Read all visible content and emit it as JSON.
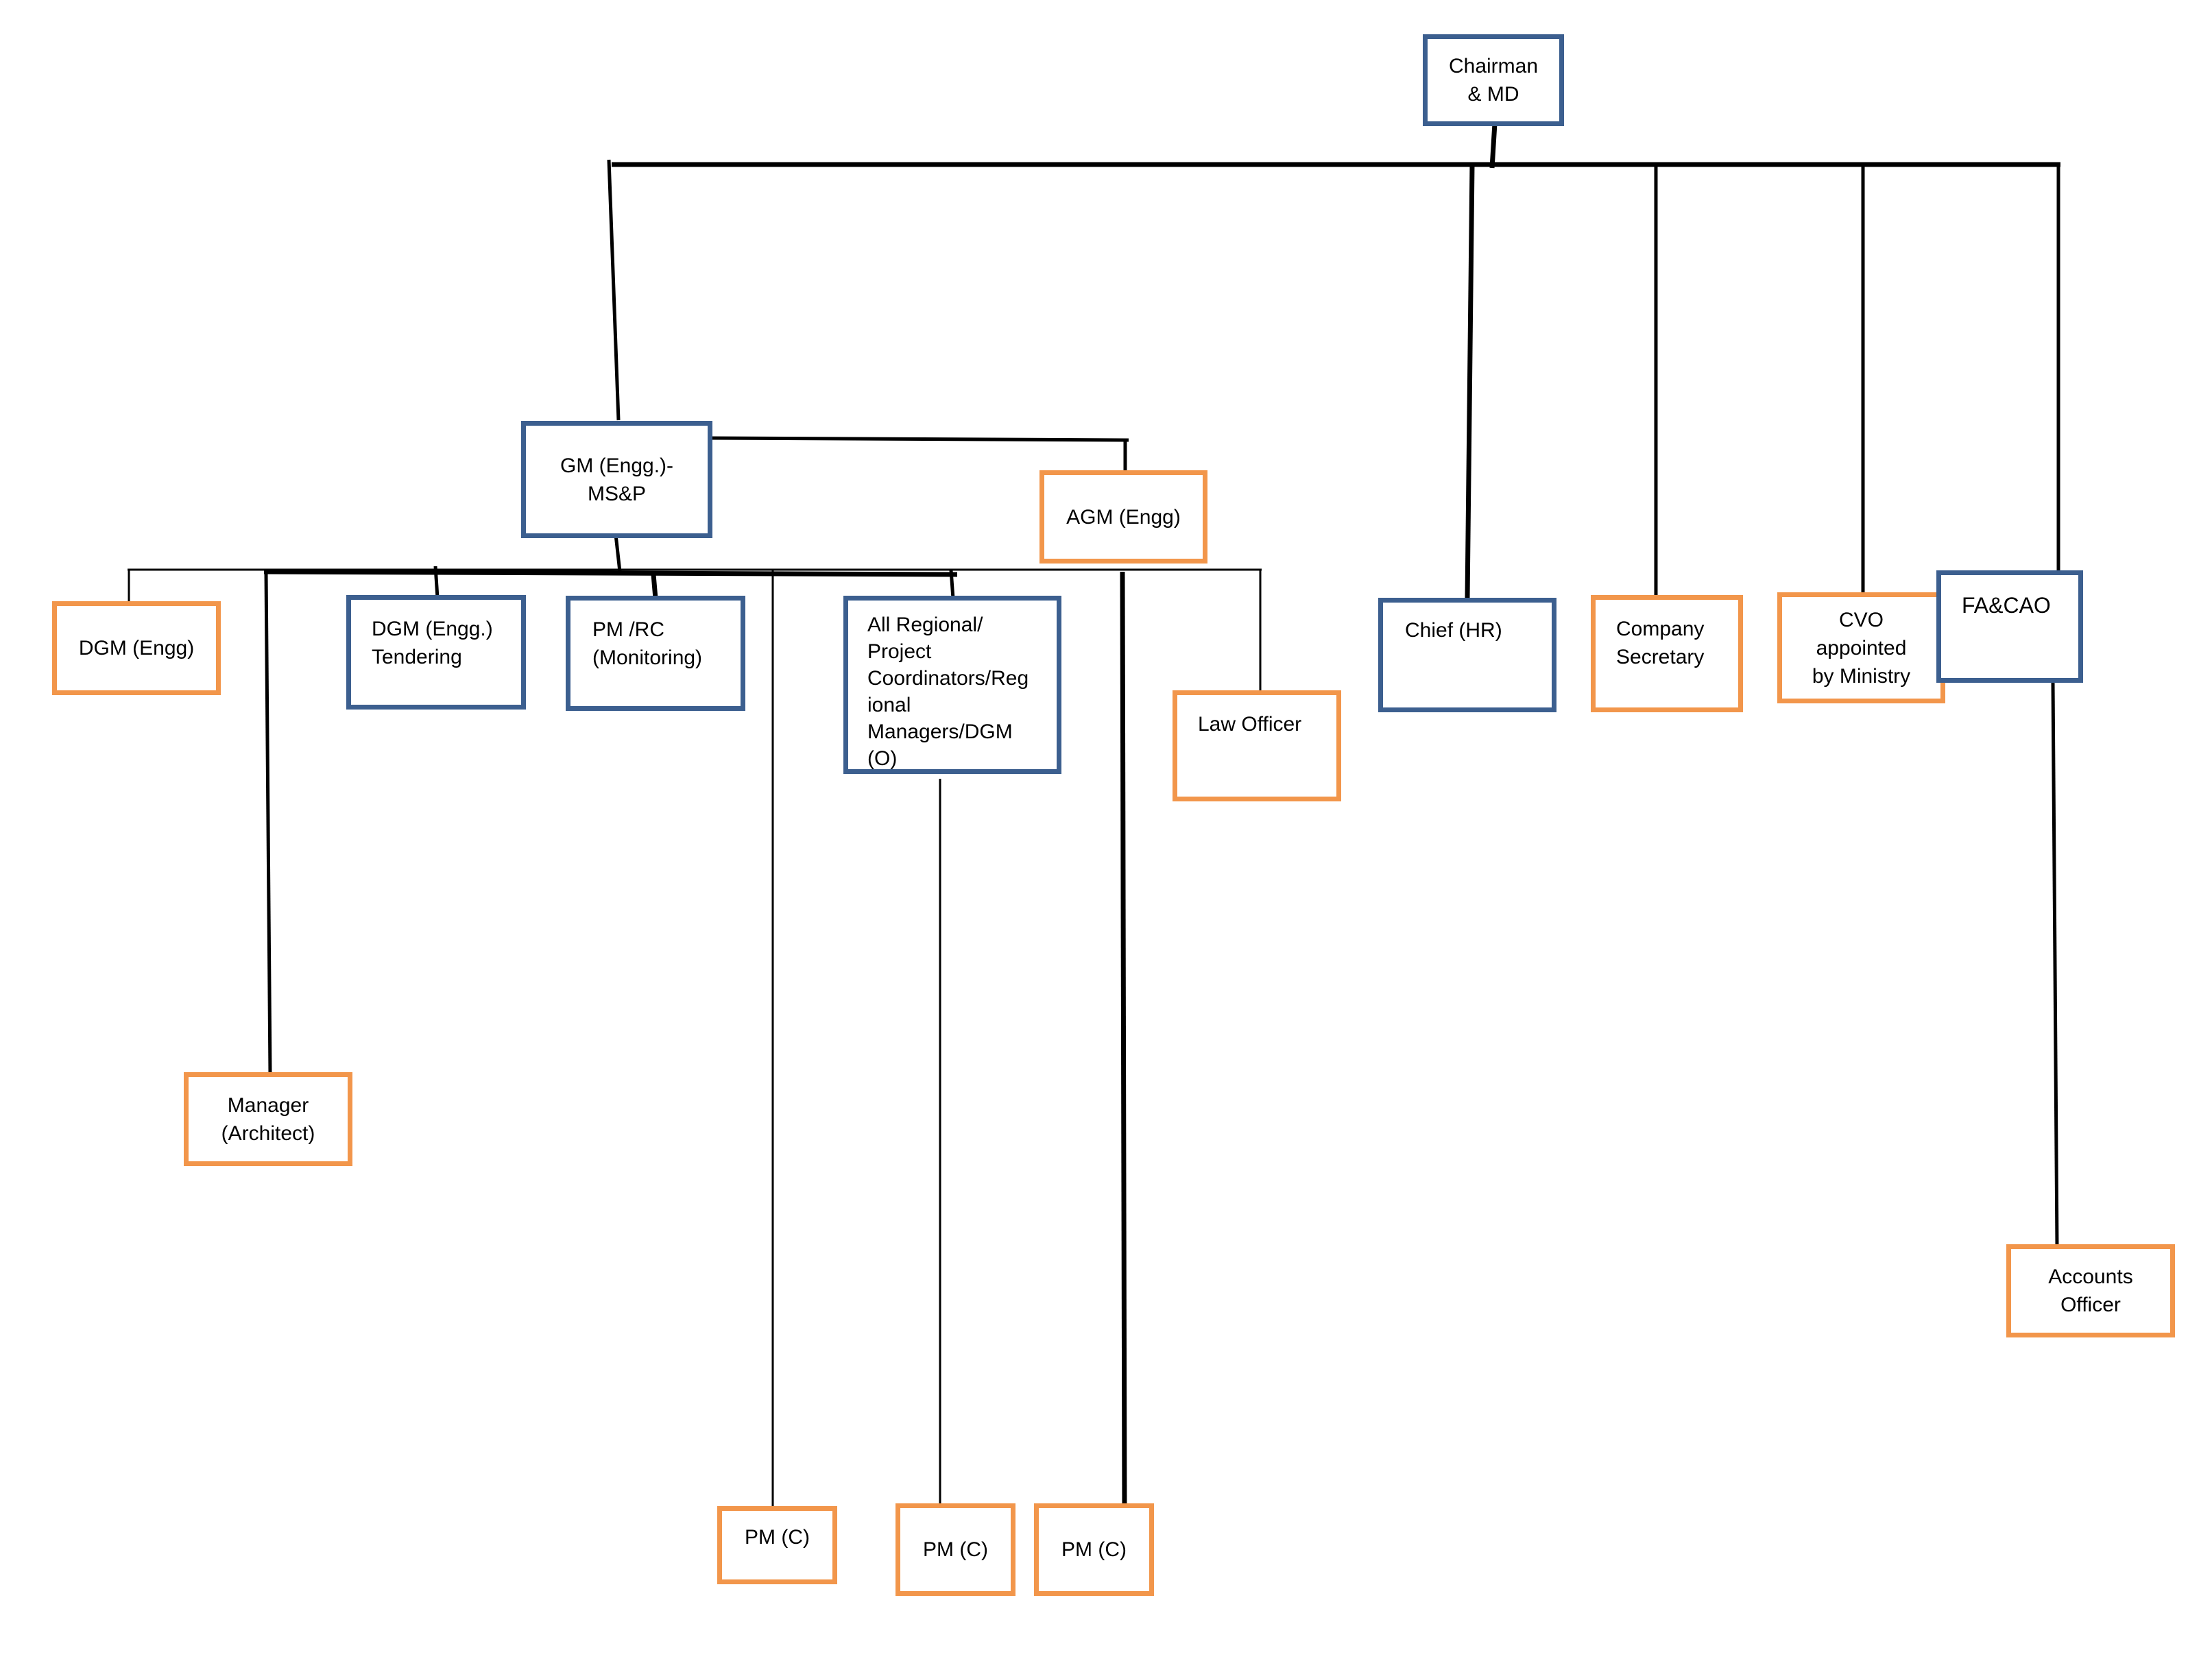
{
  "colors": {
    "blue_border": "#3c5f8f",
    "orange_border": "#f2964b",
    "connector": "#000000"
  },
  "nodes": {
    "chairman": "Chairman\n& MD",
    "gm_engg": "GM (Engg.)-\nMS&P",
    "agm_engg": "AGM (Engg)",
    "dgm_engg": "DGM (Engg)",
    "dgm_tendering": "DGM (Engg.)\nTendering",
    "pm_rc": "PM /RC\n(Monitoring)",
    "regional": "All Regional/\nProject\nCoordinators/Reg\nional\nManagers/DGM\n(O)",
    "law_officer": "Law Officer",
    "chief_hr": "Chief (HR)",
    "company_secretary": "Company\nSecretary",
    "cvo": "CVO\nappointed\nby Ministry",
    "fa_cao": "FA&CAO",
    "manager_architect": "Manager\n(Architect)",
    "pm_c_1": "PM (C)",
    "pm_c_2": "PM (C)",
    "pm_c_3": "PM (C)",
    "accounts_officer": "Accounts\nOfficer"
  }
}
